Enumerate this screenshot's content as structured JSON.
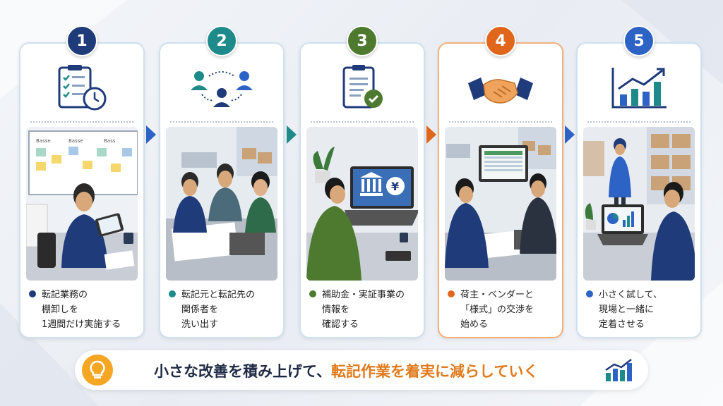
{
  "steps": [
    {
      "number": "1",
      "color": "#1f3b7a",
      "icon": "checklist-clock-icon",
      "caption": [
        "転記業務の",
        "棚卸しを",
        "1週間だけ実施する"
      ],
      "dot": "#1f3b7a"
    },
    {
      "number": "2",
      "color": "#1e8a8a",
      "icon": "people-network-icon",
      "caption": [
        "転記元と転記先の",
        "関係者を",
        "洗い出す"
      ],
      "dot": "#1e8a8a"
    },
    {
      "number": "3",
      "color": "#4d7a2e",
      "icon": "document-check-icon",
      "caption": [
        "補助金・実証事業の",
        "情報を",
        "確認する"
      ],
      "dot": "#4d7a2e"
    },
    {
      "number": "4",
      "color": "#e0661c",
      "icon": "handshake-icon",
      "caption": [
        "荷主・ベンダーと",
        "「様式」の交渉を",
        "始める"
      ],
      "dot": "#e0661c"
    },
    {
      "number": "5",
      "color": "#2c63c4",
      "icon": "growth-chart-icon",
      "caption": [
        "小さく試して、",
        "現場と一緒に",
        "定着させる"
      ],
      "dot": "#2c63c4"
    }
  ],
  "arrow_colors": [
    "#2c63c4",
    "#1e8a8a",
    "#e0661c",
    "#2c63c4"
  ],
  "banner": {
    "text_main": "小さな改善を積み上げて、",
    "text_accent": "転記作業を着実に減らしていく"
  },
  "scene1": {
    "board_labels": [
      "Basse",
      "Basse",
      "Bass"
    ]
  }
}
